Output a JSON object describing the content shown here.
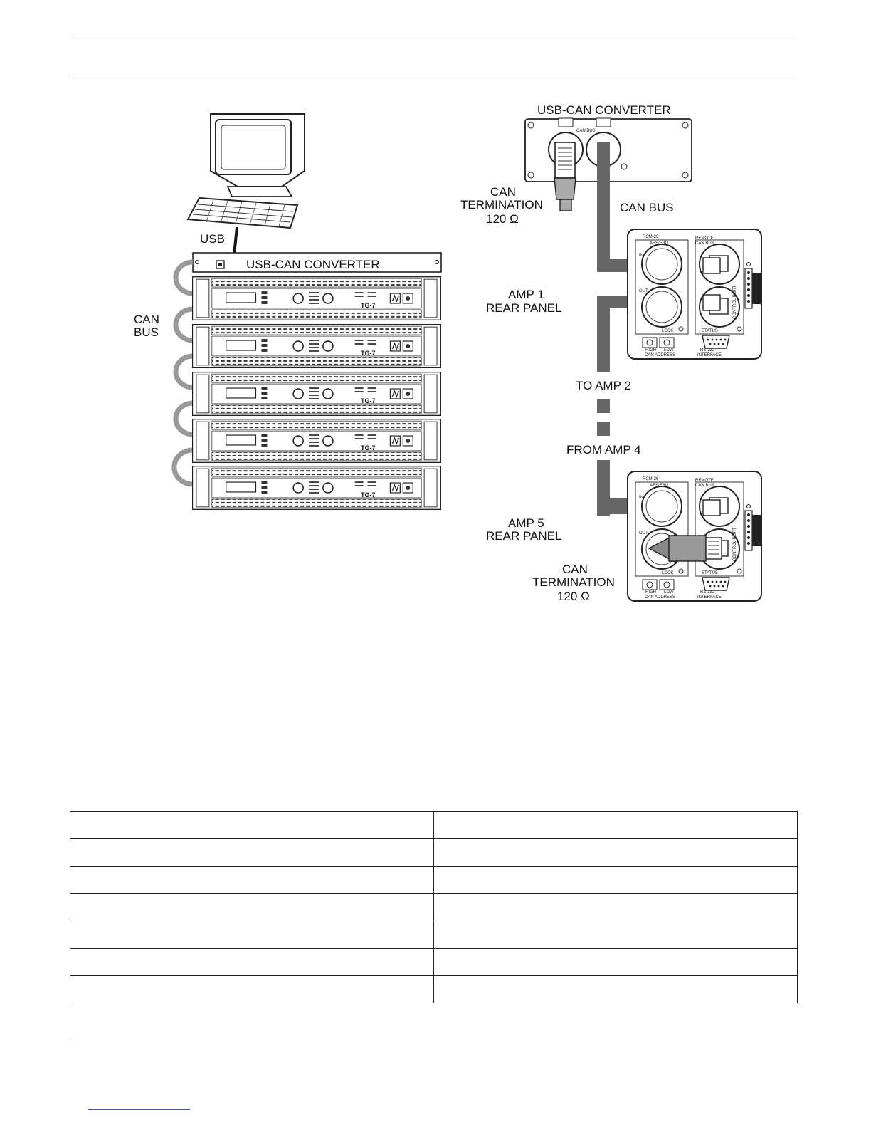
{
  "left_figure": {
    "usb_label": "USB",
    "converter_label": "USB-CAN CONVERTER",
    "can_bus_label": [
      "CAN",
      "BUS"
    ],
    "amp_model": "TG-7"
  },
  "right_figure": {
    "converter_title": "USB-CAN CONVERTER",
    "converter_port_label": "CAN BUS",
    "termination_top": [
      "CAN",
      "TERMINATION",
      "120 Ω"
    ],
    "can_bus_label": "CAN BUS",
    "amp1_label": [
      "AMP 1",
      "REAR PANEL"
    ],
    "to_amp2": "TO AMP 2",
    "from_amp4": "FROM AMP 4",
    "amp5_label": [
      "AMP 5",
      "REAR PANEL"
    ],
    "termination_bottom": [
      "CAN",
      "TERMINATION",
      "120 Ω"
    ],
    "panel": {
      "model": "RCM-26",
      "aes": "AES/EBU",
      "remote": [
        "REMOTE",
        "CAN BUS"
      ],
      "in": "IN",
      "out": "OUT",
      "lock": "LOCK",
      "status": "STATUS",
      "control_port": "CONTROL PORT",
      "high": "HIGH",
      "low": "LOW",
      "can_address": "CAN ADDRESS",
      "rs232": "RS-232",
      "interface": "INTERFACE"
    }
  },
  "table": {
    "rows": [
      [
        "",
        ""
      ],
      [
        "",
        ""
      ],
      [
        "",
        ""
      ],
      [
        "",
        ""
      ],
      [
        "",
        ""
      ],
      [
        "",
        ""
      ],
      [
        "",
        ""
      ]
    ]
  }
}
